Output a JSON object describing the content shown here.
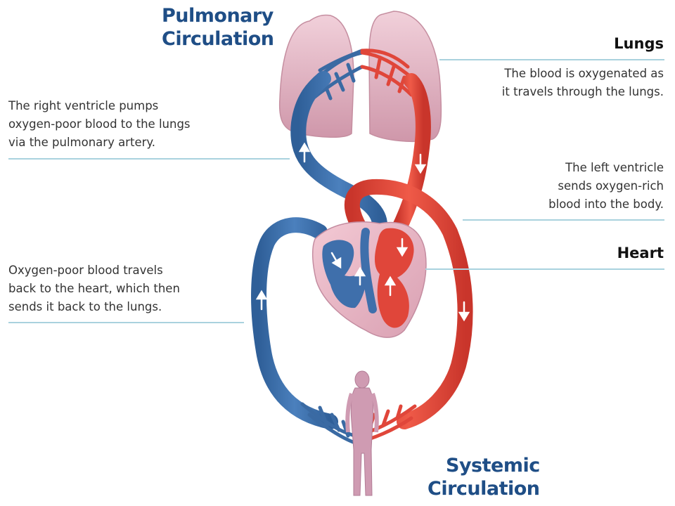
{
  "titles": {
    "pulmonary": [
      "Pulmonary",
      "Circulation"
    ],
    "systemic": [
      "Systemic",
      "Circulation"
    ]
  },
  "labels": {
    "lungs": "Lungs",
    "heart": "Heart"
  },
  "descriptions": {
    "right_ventricle": [
      "The right ventricle pumps",
      "oxygen-poor blood to the lungs",
      "via the pulmonary artery."
    ],
    "lungs": [
      "The blood is oxygenated as",
      "it travels through the lungs."
    ],
    "left_ventricle": [
      "The left ventricle",
      "sends oxygen-rich",
      "blood into the body."
    ],
    "return": [
      "Oxygen-poor blood travels",
      "back to the heart, which then",
      "sends it back to the lungs."
    ]
  },
  "colors": {
    "title": "#1f4e86",
    "divider": "#a9d2de",
    "deoxygenated_blood": "#3a6aa3",
    "oxygenated_blood": "#e0463a",
    "lung_tissue": "#e5b7c6",
    "heart_tissue": "#e9b3c2"
  }
}
